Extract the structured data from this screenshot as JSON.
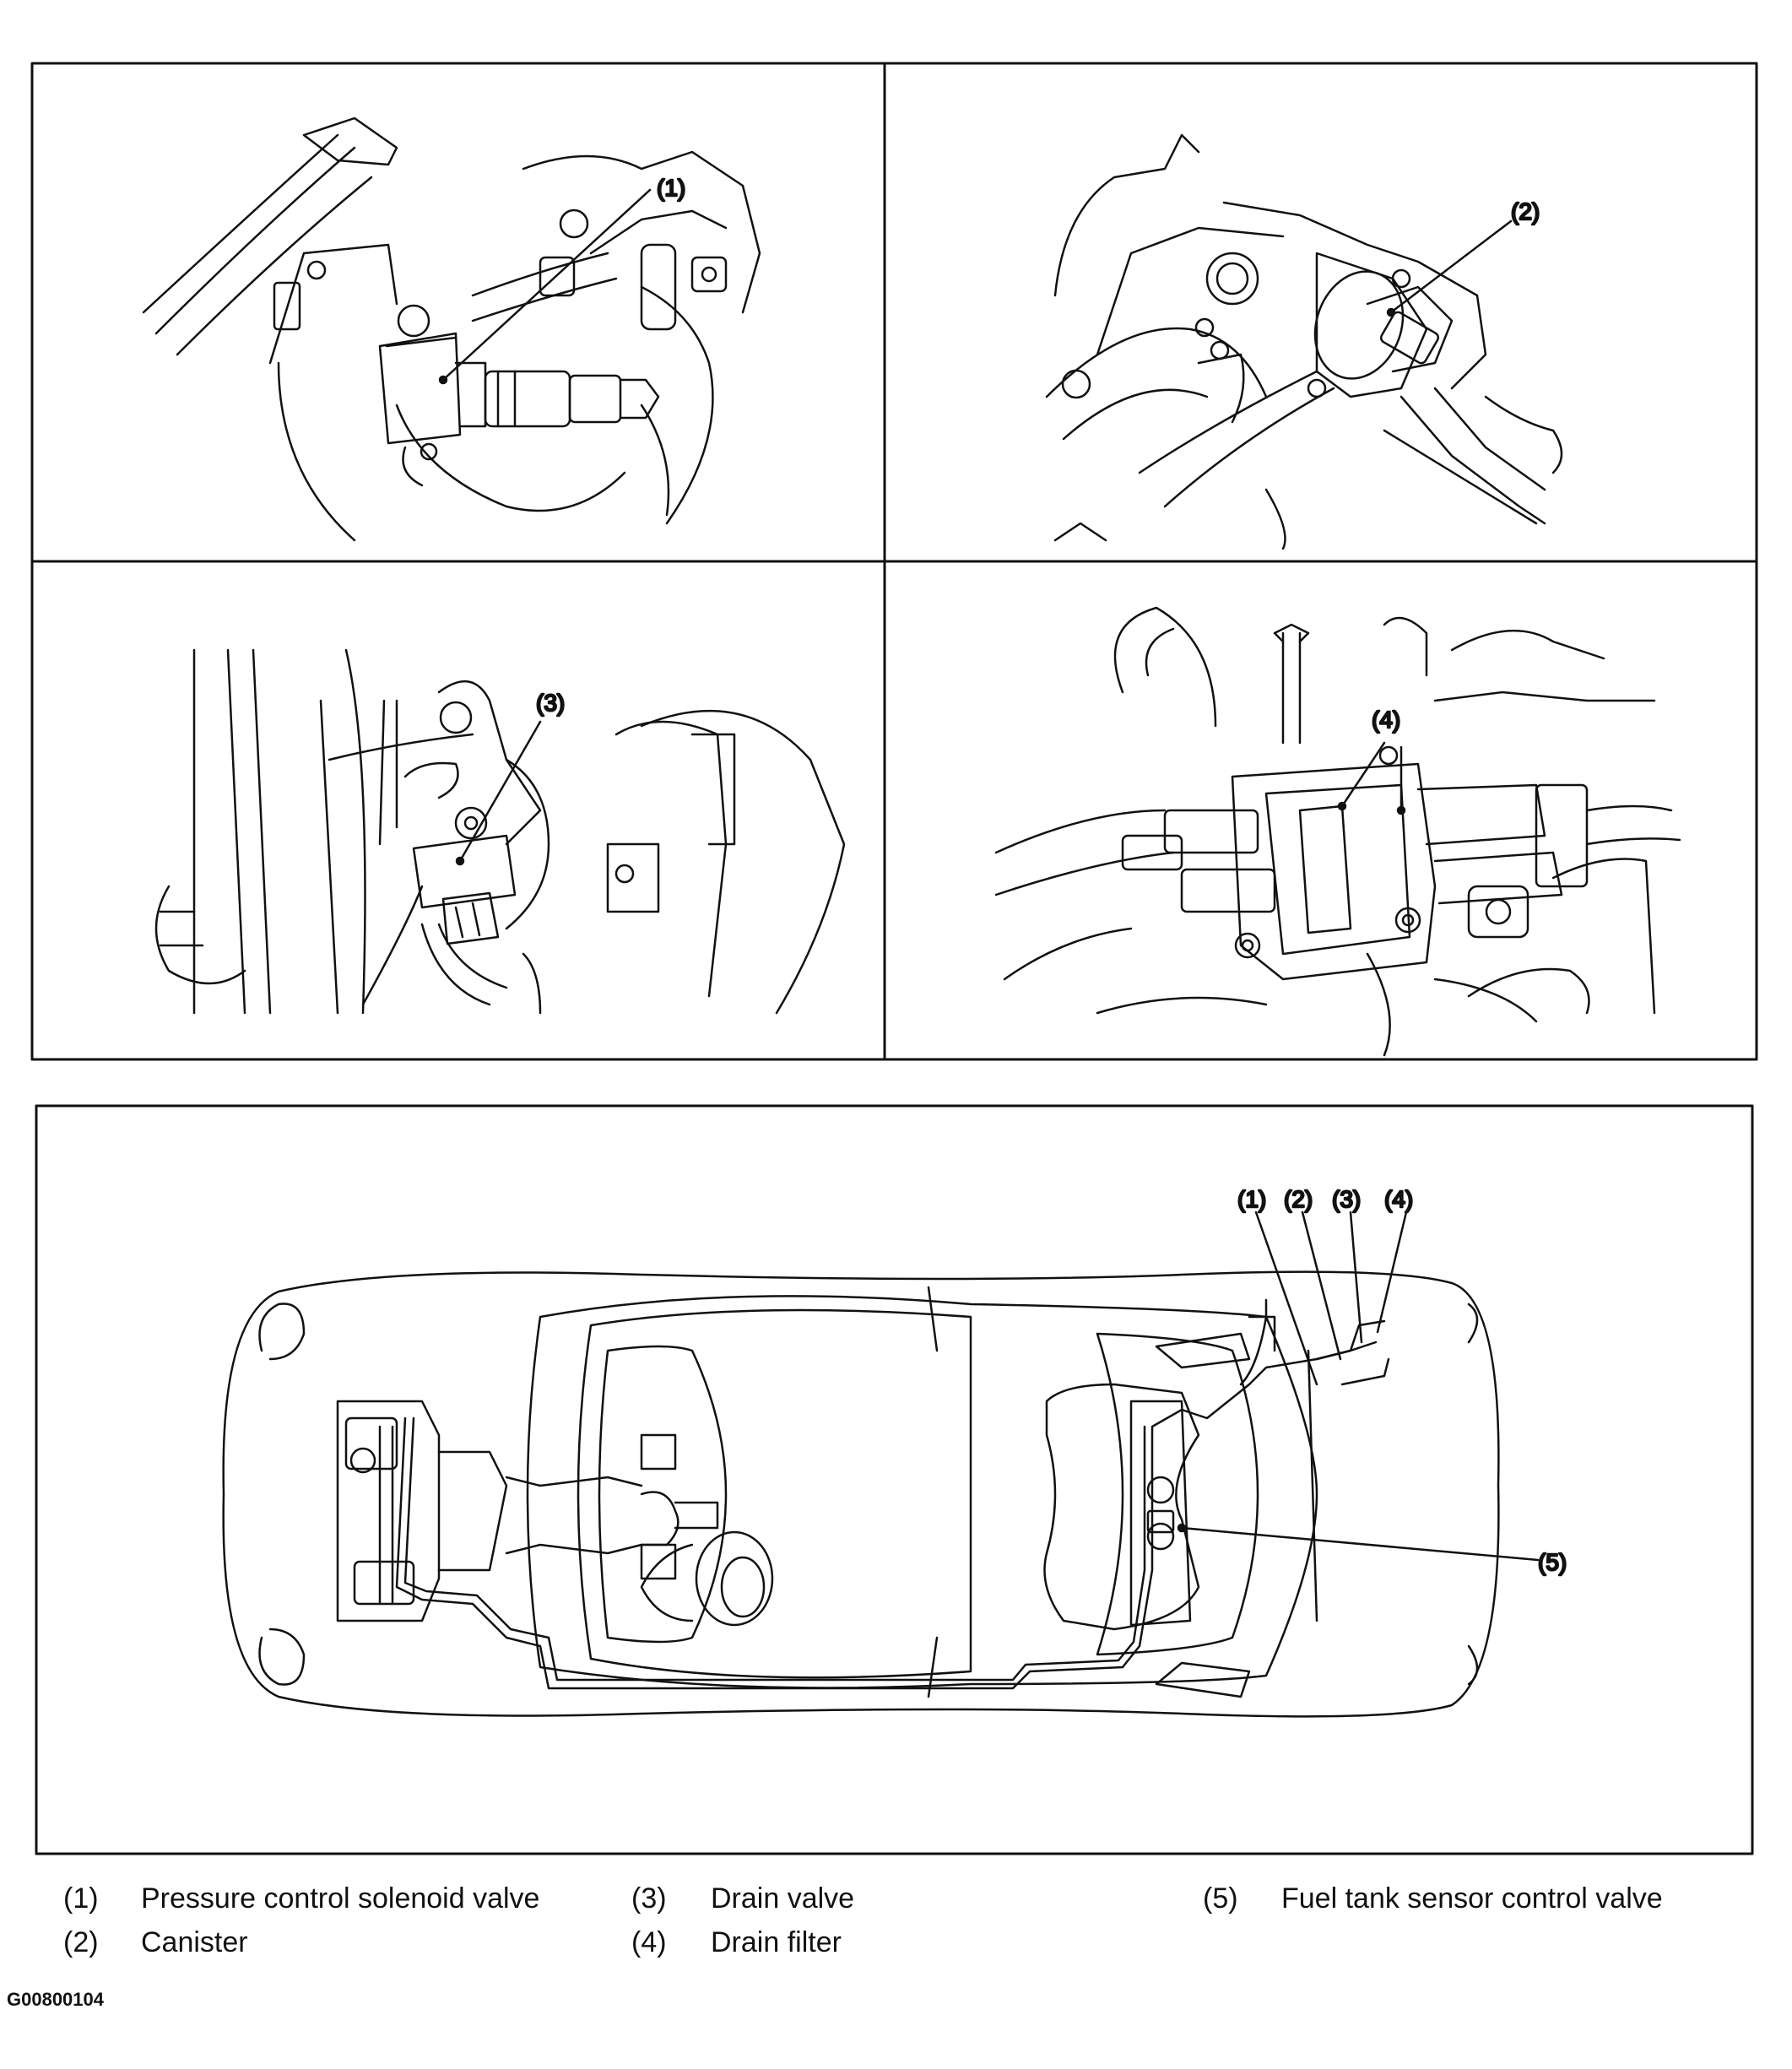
{
  "panels": {
    "top_left": {
      "callout": "(1)"
    },
    "top_right": {
      "callout": "(2)"
    },
    "mid_left": {
      "callout": "(3)"
    },
    "mid_right": {
      "callout": "(4)"
    }
  },
  "overview": {
    "callouts": [
      "(1)",
      "(2)",
      "(3)",
      "(4)",
      "(5)"
    ]
  },
  "legend": [
    {
      "num": "(1)",
      "text": "Pressure control solenoid valve"
    },
    {
      "num": "(2)",
      "text": "Canister"
    },
    {
      "num": "(3)",
      "text": "Drain valve"
    },
    {
      "num": "(4)",
      "text": "Drain filter"
    },
    {
      "num": "(5)",
      "text": "Fuel tank sensor control valve"
    }
  ],
  "figure_code": "G00800104"
}
